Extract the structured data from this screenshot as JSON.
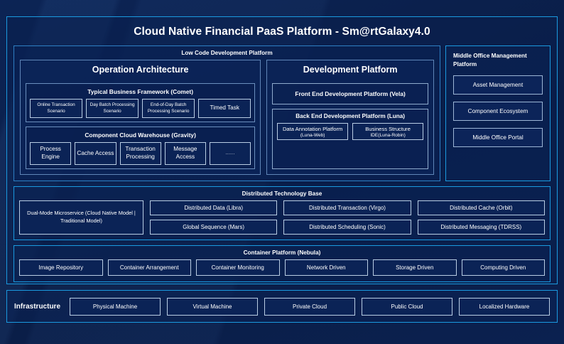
{
  "title": "Cloud Native Financial PaaS Platform - Sm@rtGalaxy4.0",
  "colors": {
    "frame_accent": "#1a9ae0",
    "panel_border": "#2e7fc4",
    "chip_border": "#b9cde4",
    "background": "#0a1f4e",
    "text": "#ffffff"
  },
  "low_code": {
    "title": "Low Code Development Platform",
    "operation_architecture": {
      "title": "Operation Architecture",
      "groups": [
        {
          "title": "Typical Business Framework (Comet)",
          "items": [
            "Online Transaction Scenario",
            "Day Batch Processing Scenario",
            "End-of-Day Batch Processing Scenario",
            "Timed Task"
          ]
        },
        {
          "title": "Component Cloud Warehouse (Gravity)",
          "items": [
            "Process Engine",
            "Cache Access",
            "Transaction Processing",
            "Message Access",
            "......"
          ]
        }
      ]
    },
    "development_platform": {
      "title": "Development Platform",
      "front_end": "Front End Development Platform (Vela)",
      "back_end": {
        "title": "Back End Development Platform (Luna)",
        "items": [
          {
            "name": "Data Annotation Platform",
            "sub": "(Luna-Web)"
          },
          {
            "name": "Business Structure",
            "sub": "IDE(Luna-Robin)"
          }
        ]
      }
    }
  },
  "middle_office": {
    "title": "Middle Office Management Platform",
    "items": [
      "Asset Management",
      "Component Ecosystem",
      "Middle Office Portal"
    ]
  },
  "distributed_technology_base": {
    "title": "Distributed Technology Base",
    "left_box": "Dual-Mode Microservice (Cloud Native Model | Traditional Model)",
    "cells": [
      "Distributed Data (Libra)",
      "Distributed Transaction (Virgo)",
      "Distributed Cache (Orbit)",
      "Global Sequence (Mars)",
      "Distributed Scheduling (Sonic)",
      "Distributed Messaging (TDRSS)"
    ]
  },
  "container_platform": {
    "title": "Container Platform (Nebula)",
    "cells": [
      "Image Repository",
      "Container Arrangement",
      "Container Monitoring",
      "Network Driven",
      "Storage Driven",
      "Computing Driven"
    ]
  },
  "infrastructure": {
    "label": "Infrastructure",
    "cells": [
      "Physical Machine",
      "Virtual Machine",
      "Private Cloud",
      "Public Cloud",
      "Localized Hardware"
    ]
  }
}
